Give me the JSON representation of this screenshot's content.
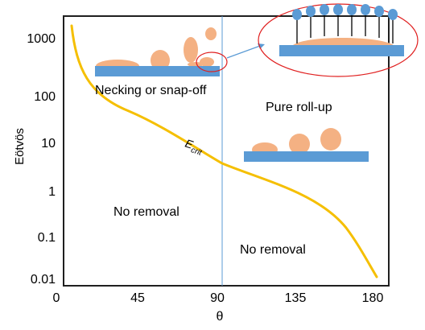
{
  "axes": {
    "ylabel": "Eötvös",
    "xlabel": "θ",
    "y_ticks": [
      "1000",
      "100",
      "10",
      "1",
      "0.1",
      "0.01"
    ],
    "x_ticks": [
      "0",
      "45",
      "90",
      "135",
      "180"
    ]
  },
  "regions": {
    "top_left": "Necking or snap-off",
    "top_right": "Pure roll-up",
    "bottom_left": "No removal",
    "bottom_right": "No removal"
  },
  "curve_label": {
    "main": "E",
    "sub": "crit"
  },
  "colors": {
    "curve": "#f5bf00",
    "substrate": "#5b9bd5",
    "droplet": "#f4b183",
    "surfactant_head": "#5b9bd5",
    "highlight": "#e02020",
    "divider": "#5b9bd5"
  }
}
